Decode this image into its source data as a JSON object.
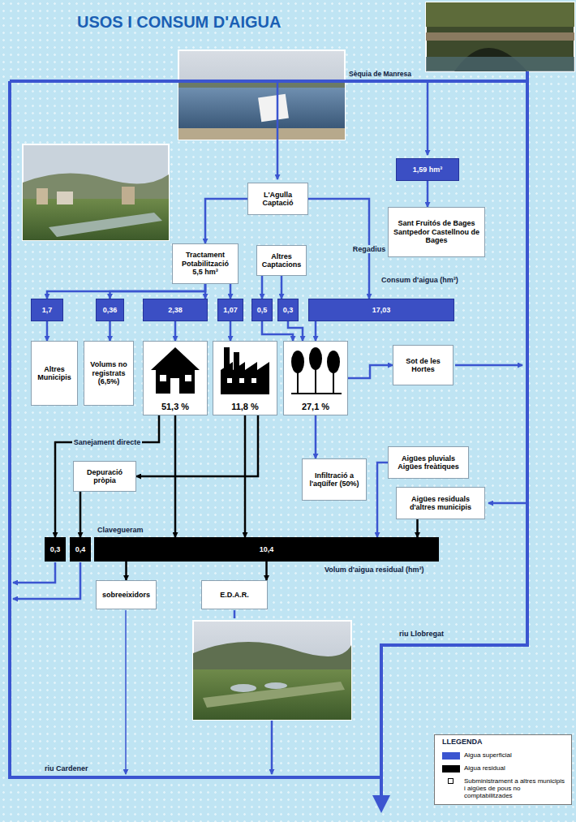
{
  "diagram": {
    "title": "USOS I CONSUM D'AIGUA",
    "nodes": [
      {
        "text": [
          "1,59 hm³"
        ]
      },
      {
        "text": [
          "Sant Fruitós de Bages Santpedor Castellnou de Bages"
        ]
      },
      {
        "text": [
          "L'Agulla Captació"
        ]
      },
      {
        "text": [
          "Tractament Potabilització 5,5 hm³"
        ]
      },
      {
        "text": [
          "Altres Captacions"
        ]
      },
      {
        "text": [
          "1,7"
        ]
      },
      {
        "text": [
          "0,36"
        ]
      },
      {
        "text": [
          "2,38"
        ]
      },
      {
        "text": [
          "1,07"
        ]
      },
      {
        "text": [
          "0,5"
        ]
      },
      {
        "text": [
          "0,3"
        ]
      },
      {
        "text": [
          "17,03"
        ]
      },
      {
        "text": [
          "Altres Municipis"
        ]
      },
      {
        "text": [
          "Volums no registrats (6,5%)"
        ]
      },
      {
        "text": [
          "51,3 %"
        ]
      },
      {
        "text": [
          "11,8 %"
        ]
      },
      {
        "text": [
          "27,1 %"
        ]
      },
      {
        "text": [
          "Sot de les Hortes"
        ]
      },
      {
        "text": [
          "Infiltració a l'aqüífer (50%)"
        ]
      },
      {
        "text": [
          "Aigües pluvials Aigües freàtiques"
        ]
      },
      {
        "text": [
          "Aigües residuals d'altres municipis"
        ]
      },
      {
        "text": [
          "Depuració pròpia"
        ]
      },
      {
        "text": [
          "0,3"
        ]
      },
      {
        "text": [
          "0,4"
        ]
      },
      {
        "text": [
          "10,4"
        ]
      },
      {
        "text": [
          "sobreeixidors"
        ]
      },
      {
        "text": [
          "E.D.A.R."
        ]
      }
    ],
    "edges": [
      {
        "from": 2,
        "to": 3,
        "arrow": "to"
      },
      {
        "from": 2,
        "to": 11,
        "label": "Regadius",
        "arrow": "to"
      },
      {
        "from": 0,
        "to": 1,
        "arrow": "to"
      },
      {
        "from": 3,
        "to": 5,
        "arrow": "to"
      },
      {
        "from": 3,
        "to": 6,
        "arrow": "to"
      },
      {
        "from": 3,
        "to": 7,
        "arrow": "to"
      },
      {
        "from": 3,
        "to": 8,
        "arrow": "to"
      },
      {
        "from": 4,
        "to": 9,
        "arrow": "to"
      },
      {
        "from": 4,
        "to": 10,
        "arrow": "to"
      },
      {
        "from": 5,
        "to": 12,
        "arrow": "to"
      },
      {
        "from": 6,
        "to": 13,
        "arrow": "to"
      },
      {
        "from": 7,
        "to": 14,
        "arrow": "to"
      },
      {
        "from": 8,
        "to": 15,
        "arrow": "to"
      },
      {
        "from": 9,
        "to": 16,
        "arrow": "to"
      },
      {
        "from": 10,
        "to": 16,
        "arrow": "to"
      },
      {
        "from": 11,
        "to": 16,
        "arrow": "to"
      },
      {
        "from": 16,
        "to": 17,
        "arrow": "to"
      },
      {
        "from": 16,
        "to": 18,
        "arrow": "to"
      },
      {
        "from": 14,
        "to": 22,
        "label": "Sanejament directe",
        "arrow": "to"
      },
      {
        "from": 14,
        "to": 24,
        "arrow": "to"
      },
      {
        "from": 15,
        "to": 24,
        "arrow": "to"
      },
      {
        "from": 15,
        "to": 21,
        "arrow": "to"
      },
      {
        "from": 21,
        "to": 23,
        "arrow": "to"
      },
      {
        "from": 19,
        "to": 24,
        "arrow": "to"
      },
      {
        "from": 20,
        "to": 24,
        "arrow": "to"
      },
      {
        "from": 24,
        "to": 25,
        "arrow": "to"
      },
      {
        "from": 24,
        "to": 26,
        "arrow": "to"
      }
    ],
    "labels": [
      "Sèquia de Manresa",
      "Consum d'aigua (hm³)",
      "Clavegueram",
      "Volum d'aigua residual (hm³)",
      "riu Llobregat",
      "riu Cardener",
      "LLEGENDA"
    ],
    "legend": [
      {
        "text": "Aigua superficial",
        "color": "#3b55d0"
      },
      {
        "text": "Aigua residual",
        "color": "#000000"
      },
      {
        "text": "Subministrament a altres municipis i aigües de pous no comptabilitzades"
      }
    ]
  }
}
